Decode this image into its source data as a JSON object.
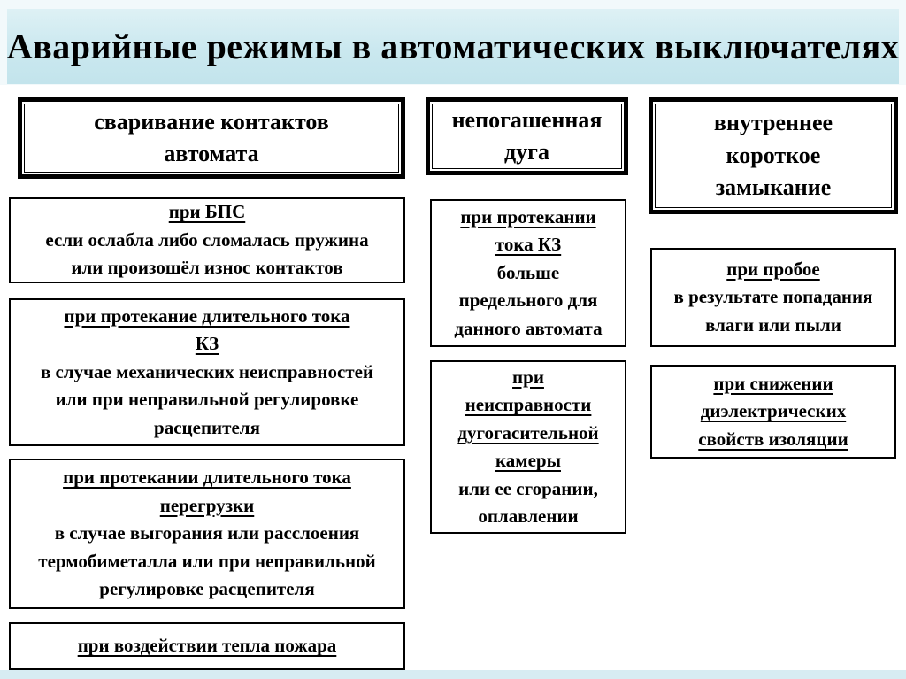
{
  "slide": {
    "title": "Аварийные режимы в автоматических выключателях"
  },
  "columns": [
    {
      "header": "сваривание контактов\nавтомата",
      "boxes": [
        {
          "heading": "при БПС",
          "body": "если ослабла либо сломалась пружина\nили произошёл износ контактов"
        },
        {
          "heading": "при протекание длительного тока\nКЗ",
          "body": "в случае механических неисправностей\nили при неправильной регулировке\nрасцепителя"
        },
        {
          "heading": "при протекании длительного тока\nперегрузки",
          "body": "в случае выгорания или расслоения\nтермобиметалла или при неправильной\nрегулировке расцепителя"
        },
        {
          "heading": "при воздействии тепла пожара",
          "body": ""
        }
      ]
    },
    {
      "header": "непогашенная\nдуга",
      "boxes": [
        {
          "heading": "при протекании\nтока КЗ",
          "body": "больше\nпредельного для\nданного автомата"
        },
        {
          "heading": "при\nнеисправности\nдугогасительной\nкамеры",
          "body": "или ее сгорании,\nоплавлении"
        }
      ]
    },
    {
      "header": "внутреннее\nкороткое\nзамыкание",
      "boxes": [
        {
          "heading": "при пробое",
          "body": "в результате попадания\nвлаги или пыли"
        },
        {
          "heading": "при снижении\nдиэлектрических\nсвойств изоляции",
          "body": ""
        }
      ]
    }
  ],
  "colors": {
    "title_band_top": "#def1f5",
    "title_band_bottom": "#c3e4ec",
    "page_margin": "#f2f9fb",
    "bottom_strip": "#d7ecf2",
    "content_bg": "#ffffff",
    "box_border": "#000000",
    "text": "#000000"
  }
}
